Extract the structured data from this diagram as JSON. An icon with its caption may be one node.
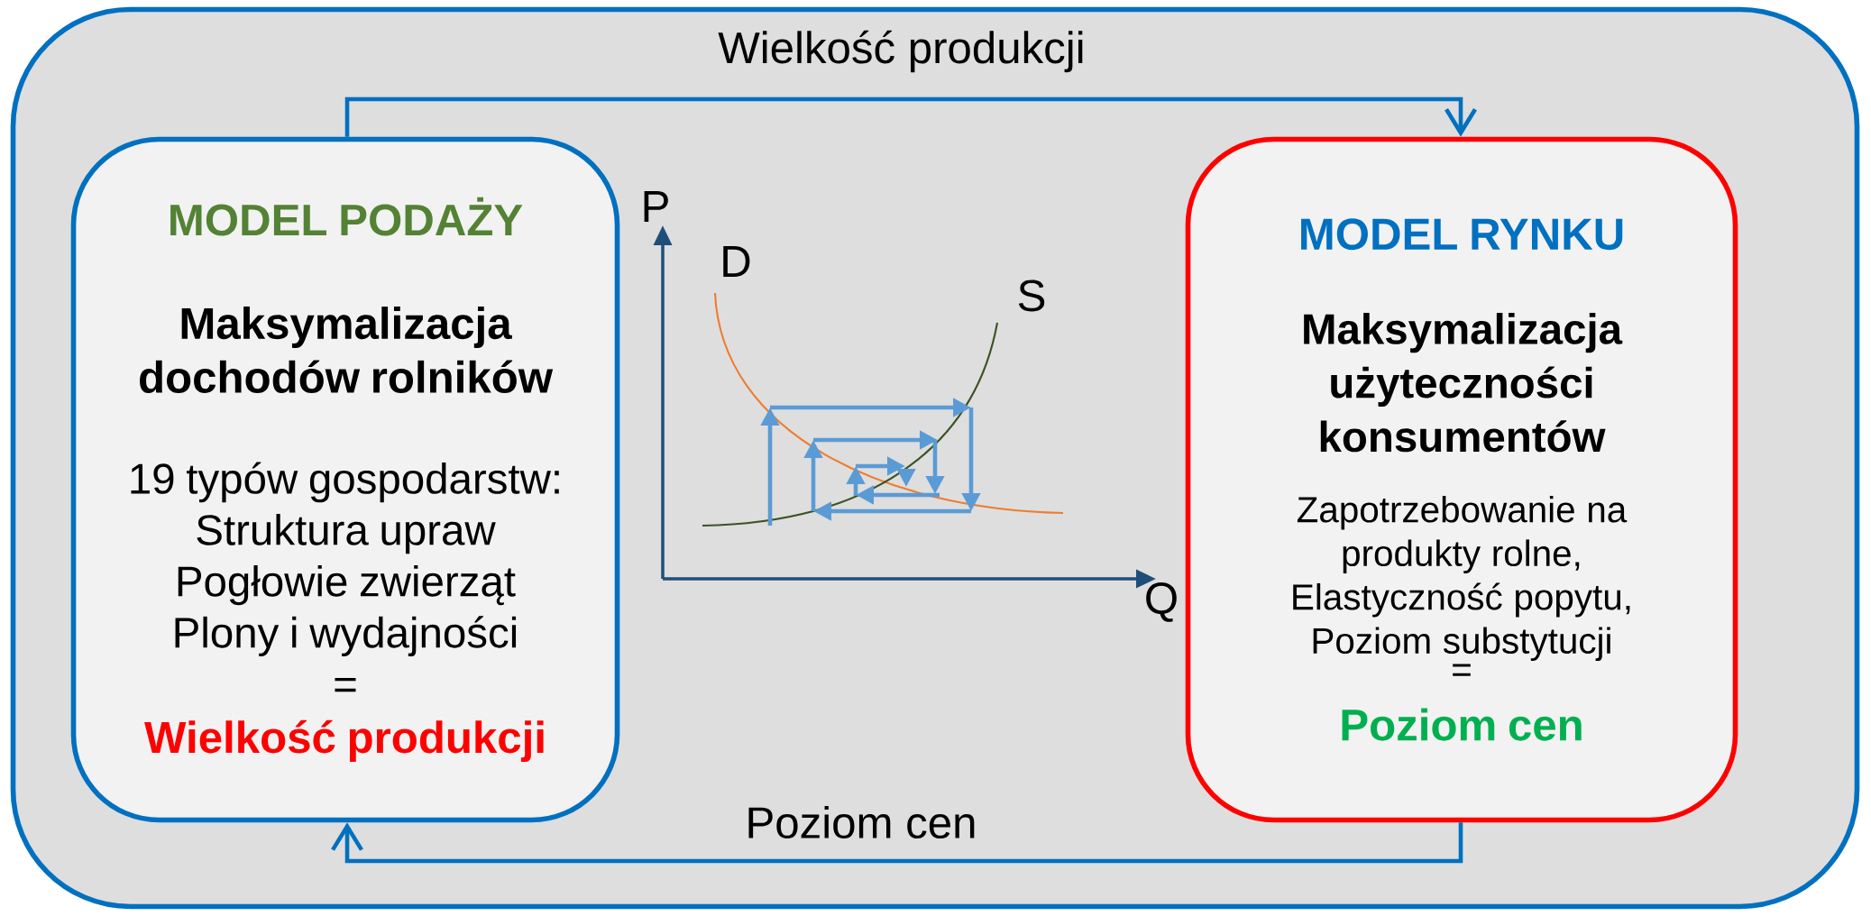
{
  "diagram": {
    "nodes": [
      {
        "text": [],
        "shape": "box"
      },
      {
        "text": [
          "MODEL PODAŻY",
          "Maksymalizacja dochodów rolników",
          "19 typów gospodarstw: Struktura upraw Pogłowie zwierząt Plony i wydajności",
          "=",
          "Wielkość produkcji"
        ],
        "in": 0
      },
      {
        "text": [
          "MODEL RYNKU",
          "Maksymalizacja użyteczności konsumentów",
          "Zapotrzebowanie na produkty rolne, Elastyczność popytu, Poziom substytucji",
          "=",
          "Poziom cen"
        ],
        "in": 0
      }
    ],
    "edges": [
      {
        "from": 1,
        "to": 2,
        "arrow": "to",
        "label": "Wielkość produkcji"
      },
      {
        "from": 2,
        "to": 1,
        "arrow": "to",
        "label": "Poziom cen"
      }
    ],
    "labels": [
      "P",
      "D",
      "S",
      "Q"
    ]
  }
}
